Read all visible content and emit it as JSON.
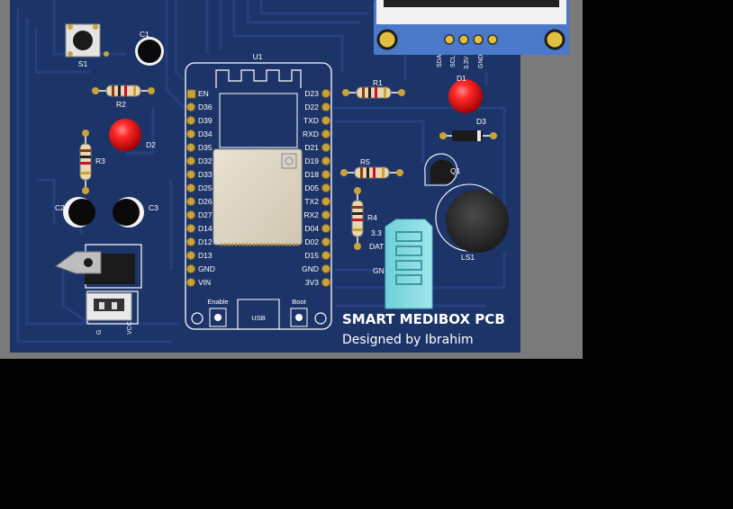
{
  "board": {
    "title": "SMART MEDIBOX PCB",
    "subtitle": "Designed by Ibrahim",
    "colors": {
      "pcb": "#1d3468",
      "trace": "#24407e",
      "silk": "#ffffff",
      "pad": "#c9a23a",
      "led_red": "#e8141a",
      "display_pcb": "#4a79c9",
      "background": "#7a7a7a",
      "outside": "#000000"
    }
  },
  "parts": {
    "s1": "S1",
    "c1": "C1",
    "r2": "R2",
    "r3": "R3",
    "d2": "D2",
    "c2": "C2",
    "c3": "C3",
    "u1": "U1",
    "r1": "R1",
    "d1": "D1",
    "d3": "D3",
    "r5": "R5",
    "q1": "Q1",
    "r4": "R4",
    "ls1": "LS1"
  },
  "module": {
    "left_pins": [
      "EN",
      "D36",
      "D39",
      "D34",
      "D35",
      "D32",
      "D33",
      "D25",
      "D26",
      "D27",
      "D14",
      "D12",
      "D13",
      "GND",
      "VIN"
    ],
    "right_pins": [
      "D23",
      "D22",
      "TXD",
      "RXD",
      "D21",
      "D19",
      "D18",
      "D05",
      "TX2",
      "RX2",
      "D04",
      "D02",
      "D15",
      "GND",
      "3V3"
    ],
    "enable_label": "Enable",
    "boot_label": "Boot",
    "usb_label": "USB"
  },
  "display_pins": [
    "SDA",
    "SCL",
    "3.3V",
    "GND"
  ],
  "sensor_pins": [
    "3.3",
    "DAT",
    "GN"
  ],
  "connector_pins": [
    "G",
    "VCC"
  ]
}
